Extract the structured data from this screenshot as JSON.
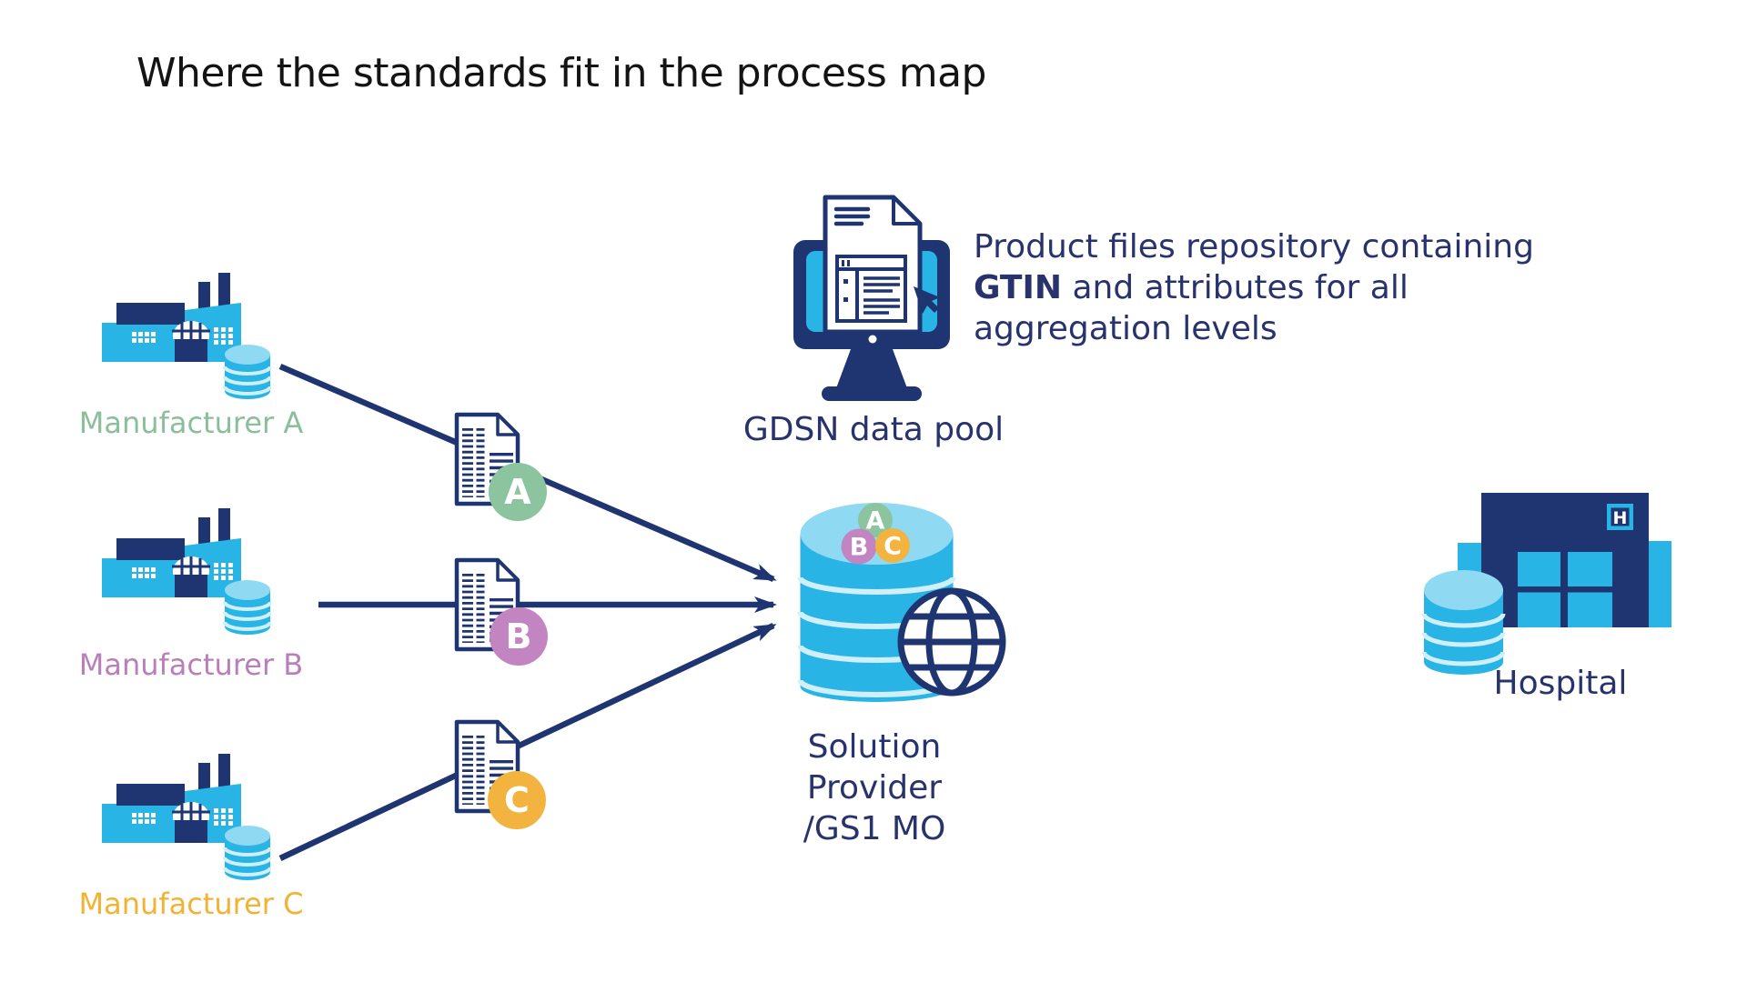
{
  "title": "Where the standards fit in the process map",
  "manufacturers": [
    {
      "label": "Manufacturer A",
      "badge": "A",
      "label_color": "#8BBE9B",
      "badge_color": "#8BC49E"
    },
    {
      "label": "Manufacturer B",
      "badge": "B",
      "label_color": "#B97FBB",
      "badge_color": "#C285C2"
    },
    {
      "label": "Manufacturer C",
      "badge": "C",
      "label_color": "#F2B233",
      "badge_color": "#F2B43F"
    }
  ],
  "gdsn": {
    "label": "GDSN data pool",
    "note_line1": "Product files repository containing",
    "note_bold": "GTIN",
    "note_line2": "and attributes for all",
    "note_line3": "aggregation levels"
  },
  "solution_provider": {
    "line1": "Solution Provider",
    "line2": "/GS1 MO",
    "badge_a": "A",
    "badge_b": "B",
    "badge_c": "C"
  },
  "hospital": {
    "label": "Hospital",
    "sign_letter": "H"
  },
  "colors": {
    "cyan": "#29B4E6",
    "cyan_light": "#8FD9F2",
    "stripe": "#CFEFFB",
    "navy": "#1F3572",
    "text_navy": "#28336E",
    "green": "#8BC49E",
    "purple": "#C285C2",
    "amber": "#F2B43F"
  }
}
